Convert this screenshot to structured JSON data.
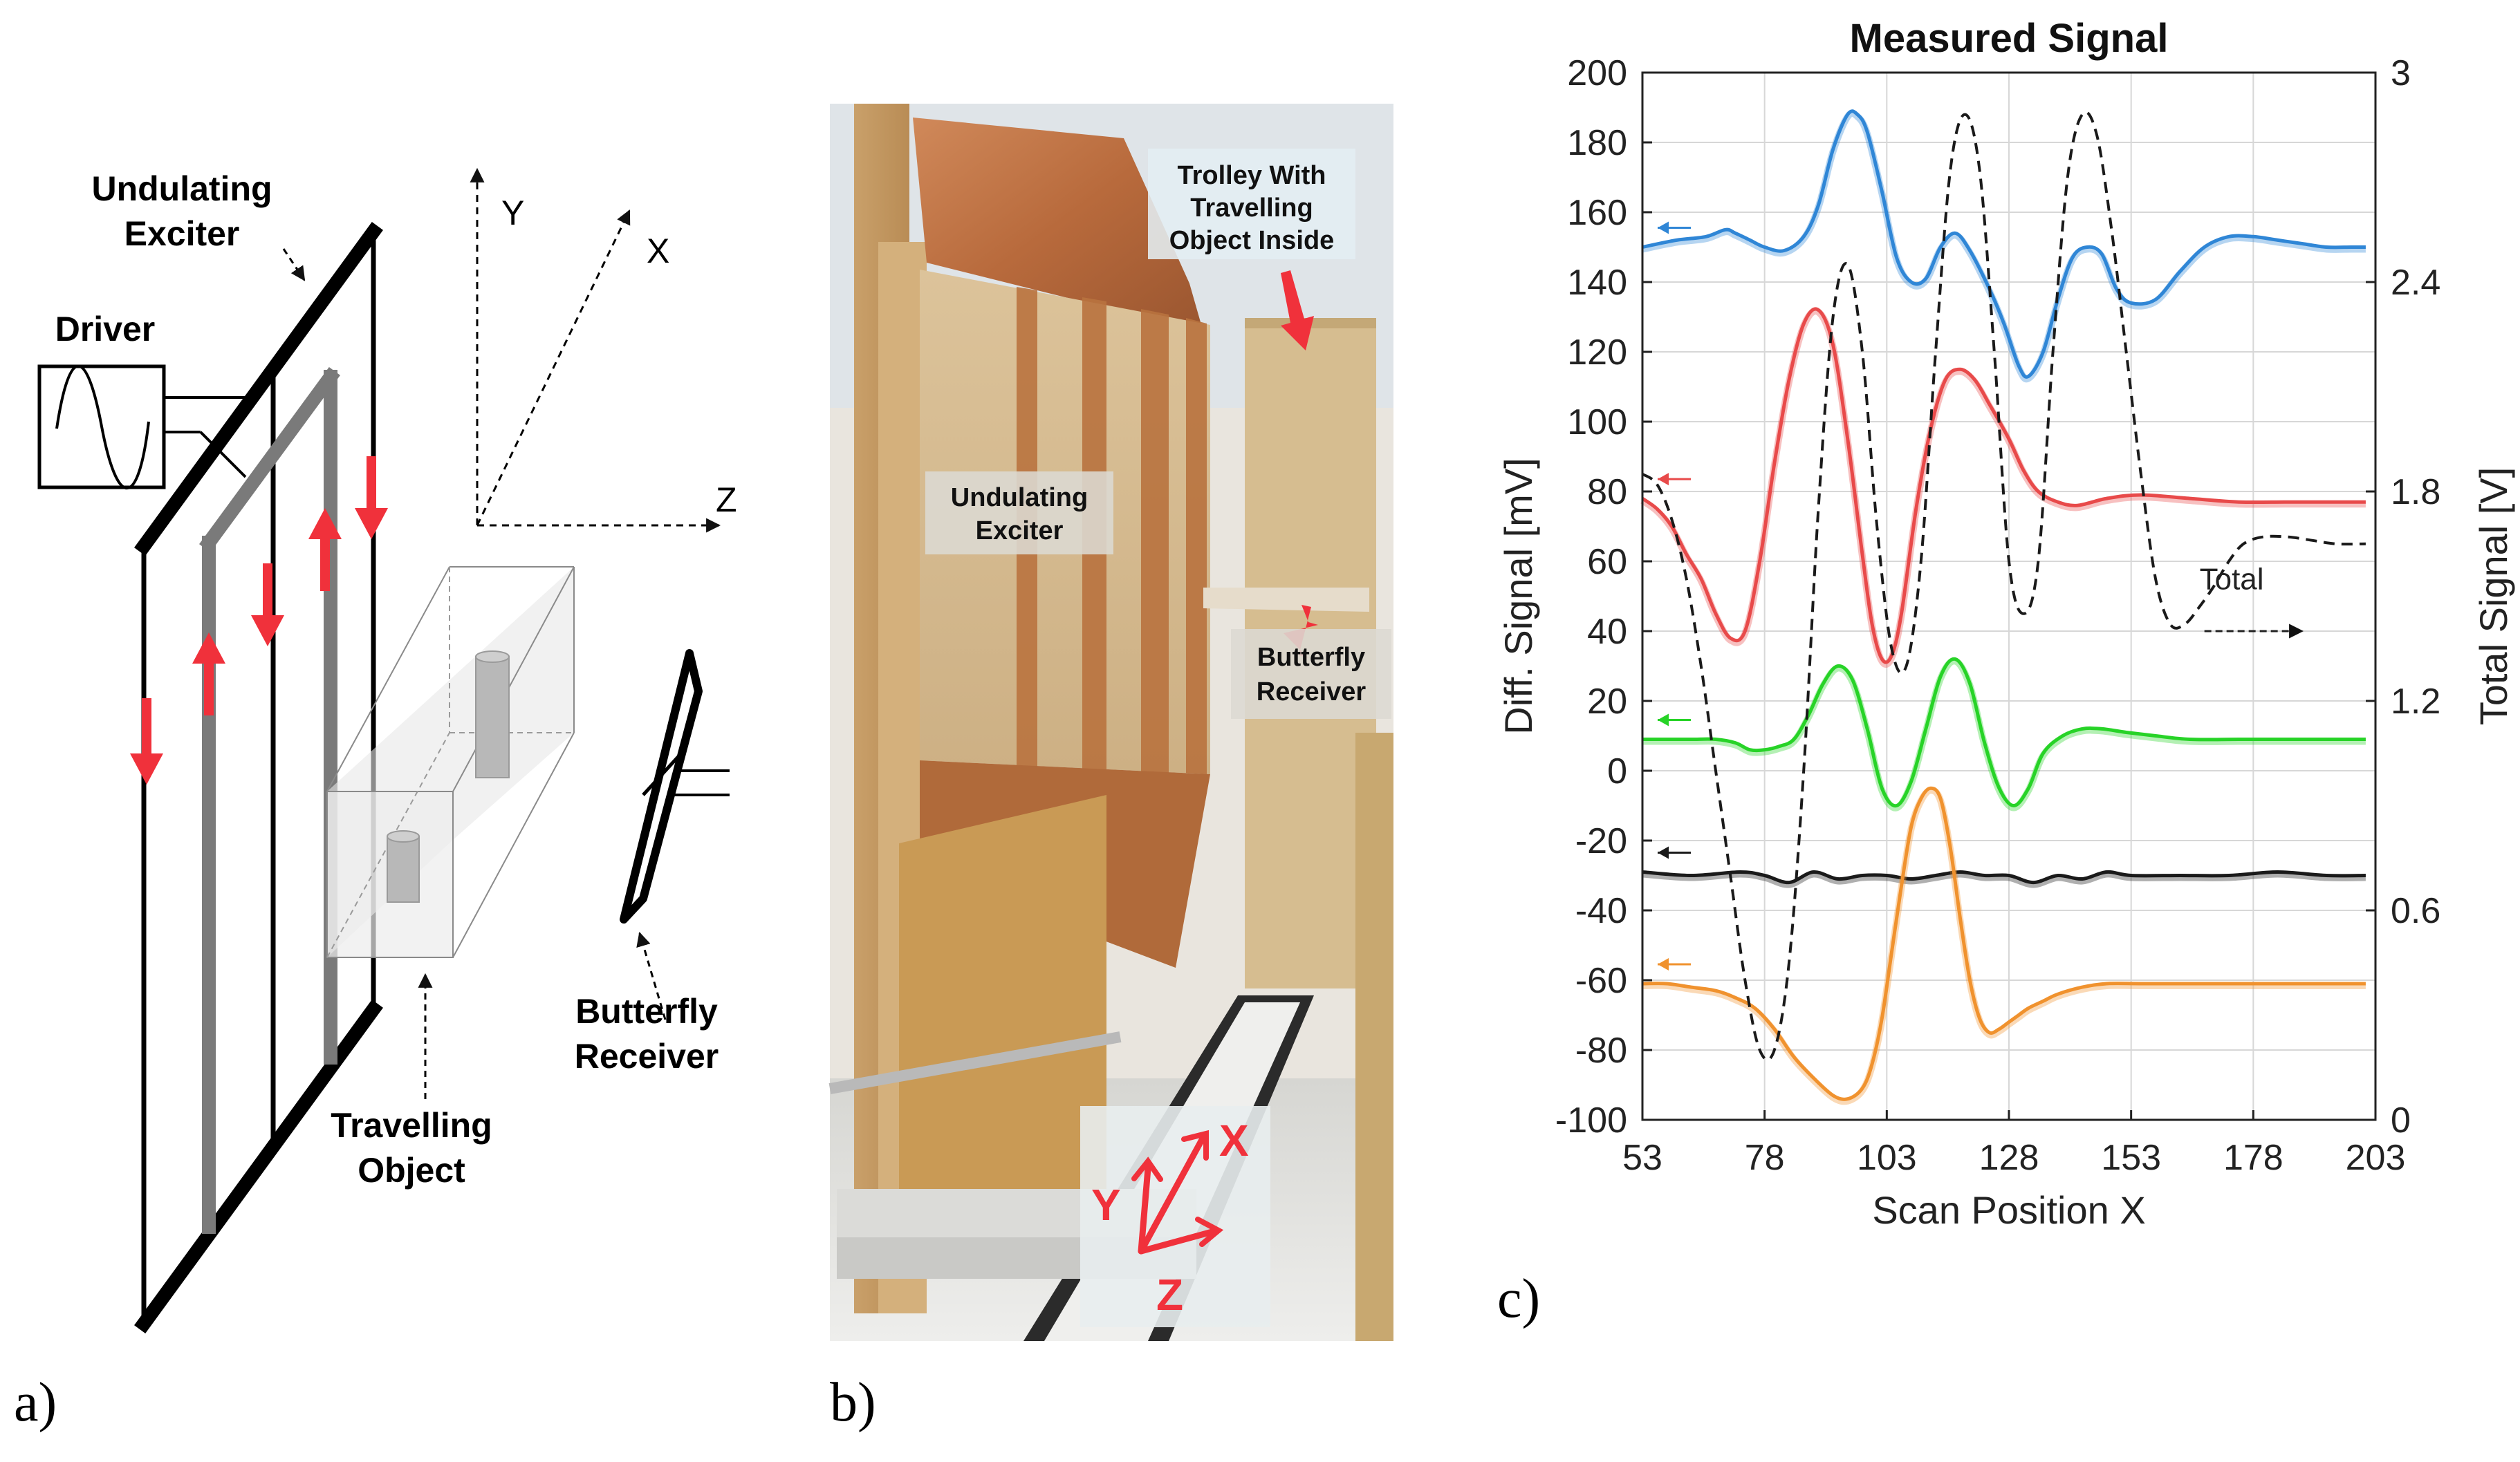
{
  "panel_a": {
    "label": "a)",
    "exciter_label_1": "Undulating",
    "exciter_label_2": "Exciter",
    "driver_label": "Driver",
    "axis_y": "Y",
    "axis_x": "X",
    "axis_z": "Z",
    "object_label_1": "Travelling",
    "object_label_2": "Object",
    "receiver_label_1": "Butterfly",
    "receiver_label_2": "Receiver"
  },
  "panel_b": {
    "label": "b)",
    "trolley_label_1": "Trolley With",
    "trolley_label_2": "Travelling",
    "trolley_label_3": "Object Inside",
    "exciter_label_1": "Undulating",
    "exciter_label_2": "Exciter",
    "receiver_label_1": "Butterfly",
    "receiver_label_2": "Receiver",
    "axis_x": "X",
    "axis_y": "Y",
    "axis_z": "Z"
  },
  "panel_c": {
    "label": "c)"
  },
  "colors": {
    "blue": "#2f86d6",
    "red": "#e84a4a",
    "green": "#27d327",
    "black": "#1a1a1a",
    "orange": "#f0922e",
    "arrow_red": "#f0313b"
  },
  "chart_data": {
    "type": "line",
    "title": "Measured Signal",
    "xlabel": "Scan Position X",
    "ylabel": "Diff. Signal [mV]",
    "y2label": "Total Signal [V]",
    "xlim": [
      53,
      203
    ],
    "ylim": [
      -100,
      200
    ],
    "y2lim": [
      0,
      3
    ],
    "xticks": [
      53,
      78,
      103,
      128,
      153,
      178,
      203
    ],
    "yticks": [
      -100,
      -80,
      -60,
      -40,
      -20,
      0,
      20,
      40,
      60,
      80,
      100,
      120,
      140,
      160,
      180,
      200
    ],
    "y2ticks": [
      0,
      0.6,
      1.2,
      1.8,
      2.4,
      3
    ],
    "y2ticklabels": [
      "0",
      "0.6",
      "1.2",
      "1.8",
      "2.4",
      "3"
    ],
    "grid": true,
    "annotation": "Total",
    "series": [
      {
        "color": "#2f86d6",
        "axis": "left",
        "x": [
          53,
          60,
          66,
          70,
          72,
          75,
          78,
          82,
          86,
          89,
          92,
          95,
          97,
          99,
          102,
          105,
          108,
          111,
          114,
          117,
          120,
          124,
          127,
          130,
          132,
          135,
          138,
          141,
          144,
          147,
          150,
          153,
          158,
          163,
          168,
          173,
          178,
          183,
          188,
          193,
          198,
          201
        ],
        "y": [
          150,
          152,
          153,
          155,
          154,
          152,
          150,
          149,
          153,
          162,
          178,
          188,
          188,
          183,
          166,
          147,
          140,
          141,
          150,
          154,
          149,
          138,
          128,
          116,
          113,
          120,
          135,
          147,
          150,
          148,
          138,
          134,
          135,
          143,
          150,
          153,
          153,
          152,
          151,
          150,
          150,
          150
        ]
      },
      {
        "color": "#e84a4a",
        "axis": "left",
        "x": [
          53,
          56,
          59,
          62,
          65,
          68,
          71,
          74,
          77,
          80,
          83,
          86,
          89,
          92,
          95,
          98,
          100,
          102,
          104,
          106,
          109,
          112,
          115,
          118,
          121,
          124,
          128,
          131,
          134,
          138,
          142,
          148,
          155,
          165,
          175,
          185,
          195,
          201
        ],
        "y": [
          78,
          75,
          70,
          62,
          55,
          45,
          38,
          40,
          60,
          88,
          112,
          128,
          132,
          122,
          95,
          62,
          42,
          32,
          33,
          45,
          75,
          98,
          112,
          115,
          112,
          105,
          95,
          86,
          80,
          77,
          76,
          78,
          79,
          78,
          77,
          77,
          77,
          77
        ]
      },
      {
        "color": "#27d327",
        "axis": "left",
        "x": [
          53,
          58,
          63,
          68,
          72,
          75,
          78,
          81,
          84,
          87,
          90,
          93,
          96,
          99,
          102,
          105,
          108,
          111,
          114,
          117,
          120,
          123,
          126,
          129,
          132,
          135,
          139,
          143,
          147,
          152,
          158,
          165,
          175,
          185,
          195,
          201
        ],
        "y": [
          9,
          9,
          9,
          9,
          8,
          6,
          6,
          7,
          9,
          16,
          25,
          30,
          26,
          12,
          -5,
          -10,
          -3,
          12,
          27,
          32,
          25,
          8,
          -5,
          -10,
          -5,
          5,
          10,
          12,
          12,
          11,
          10,
          9,
          9,
          9,
          9,
          9
        ]
      },
      {
        "color": "#1a1a1a",
        "axis": "left",
        "x": [
          53,
          63,
          73,
          78,
          83,
          88,
          93,
          98,
          103,
          108,
          113,
          118,
          123,
          128,
          133,
          138,
          143,
          148,
          153,
          163,
          173,
          183,
          193,
          201
        ],
        "y": [
          -29,
          -30,
          -29,
          -30,
          -32,
          -29,
          -31,
          -30,
          -30,
          -31,
          -30,
          -29,
          -30,
          -30,
          -32,
          -30,
          -31,
          -29,
          -30,
          -30,
          -30,
          -29,
          -30,
          -30
        ]
      },
      {
        "color": "#f0922e",
        "axis": "left",
        "x": [
          53,
          58,
          63,
          68,
          72,
          76,
          80,
          84,
          88,
          92,
          95,
          98,
          100,
          102,
          104,
          106,
          108,
          110,
          112,
          114,
          116,
          118,
          120,
          122,
          124,
          126,
          128,
          130,
          132,
          135,
          138,
          143,
          148,
          155,
          165,
          175,
          185,
          195,
          201
        ],
        "y": [
          -61,
          -61,
          -62,
          -63,
          -65,
          -68,
          -74,
          -82,
          -88,
          -93,
          -94,
          -91,
          -84,
          -71,
          -52,
          -33,
          -16,
          -8,
          -5,
          -8,
          -22,
          -42,
          -60,
          -71,
          -75,
          -74,
          -72,
          -70,
          -68,
          -66,
          -64,
          -62,
          -61,
          -61,
          -61,
          -61,
          -61,
          -61,
          -61
        ]
      },
      {
        "color": "#1a1a1a",
        "axis": "right",
        "dashed": true,
        "x": [
          53,
          56,
          59,
          62,
          65,
          68,
          71,
          74,
          77,
          80,
          83,
          86,
          89,
          92,
          95,
          98,
          101,
          104,
          107,
          110,
          113,
          116,
          119,
          122,
          125,
          128,
          131,
          134,
          137,
          140,
          143,
          146,
          149,
          152,
          155,
          158,
          161,
          164,
          167,
          170,
          173,
          176,
          180,
          185,
          190,
          195,
          201
        ],
        "y": [
          1.85,
          1.82,
          1.72,
          1.55,
          1.3,
          1.0,
          0.7,
          0.4,
          0.2,
          0.2,
          0.45,
          1.0,
          1.75,
          2.3,
          2.45,
          2.2,
          1.7,
          1.35,
          1.3,
          1.6,
          2.2,
          2.72,
          2.88,
          2.72,
          2.2,
          1.6,
          1.45,
          1.6,
          2.2,
          2.7,
          2.88,
          2.82,
          2.55,
          2.2,
          1.85,
          1.55,
          1.42,
          1.42,
          1.47,
          1.53,
          1.6,
          1.65,
          1.67,
          1.67,
          1.66,
          1.65,
          1.65
        ]
      }
    ]
  }
}
